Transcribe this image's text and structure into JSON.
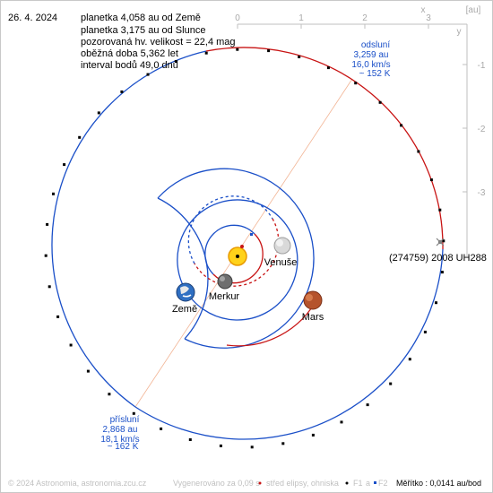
{
  "date": "26. 4. 2024",
  "info_lines": [
    "planetka 4,058 au od Země",
    "planetka 3,175 au od Slunce",
    "pozorovaná hv. velikost = 22,4 mag",
    "oběžná doba 5,362 let",
    "interval bodů 49,0 dnů"
  ],
  "axis": {
    "unit": "[au]",
    "x_label": "x",
    "y_label": "y",
    "x_ticks": [
      "0",
      "1",
      "2",
      "3"
    ],
    "y_ticks": [
      "-1",
      "-2",
      "-3"
    ]
  },
  "aphelion": {
    "title": "odsluní",
    "distance": "3,259 au",
    "speed": "16,0 km/s",
    "temp": "~ 152 K"
  },
  "perihelion": {
    "title": "přísluní",
    "distance": "2,868 au",
    "speed": "18,1 km/s",
    "temp": "~ 162 K"
  },
  "labels": {
    "venus": "Venuše",
    "mercury": "Merkur",
    "earth": "Země",
    "mars": "Mars",
    "asteroid": "(274759) 2008 UH288"
  },
  "footer": {
    "copyright": "© 2024 Astronomia, astronomia.zcu.cz",
    "generated": "Vygenerováno za 0,09 s",
    "legend_center": "střed elipsy, ohniska",
    "legend_f1": "F1",
    "legend_a": "a",
    "legend_f2": "F2",
    "scale": "Měřítko : 0,0141 au/bod"
  },
  "colors": {
    "orbit_above": "#1a4fc8",
    "orbit_below": "#c81414",
    "apsides_line": "#f0b090",
    "axis": "#a9a9a9"
  }
}
